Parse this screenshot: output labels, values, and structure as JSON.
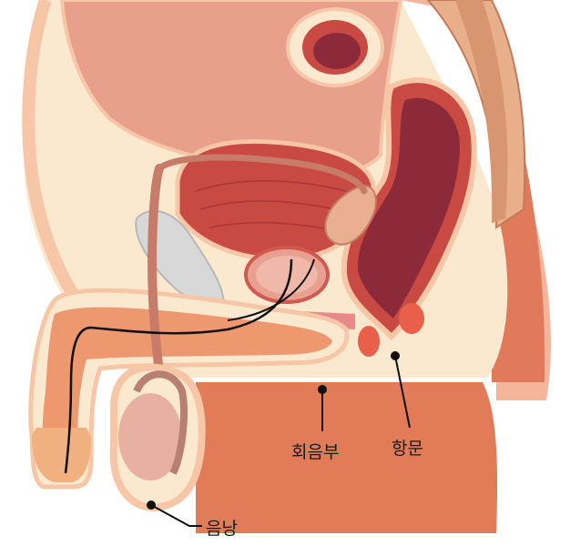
{
  "labels": {
    "perineum": "회음부",
    "anus": "항문",
    "scrotum": "음낭"
  },
  "colors": {
    "skin_outer": "#f6c6a6",
    "skin_inner": "#fbe9cf",
    "muscle": "#e07a5a",
    "organ_dark": "#b8403c",
    "organ_mid": "#d4585a",
    "rectum": "#8d2a3a",
    "bladder_cavity": "#e8a08c",
    "leader": "#111111"
  }
}
